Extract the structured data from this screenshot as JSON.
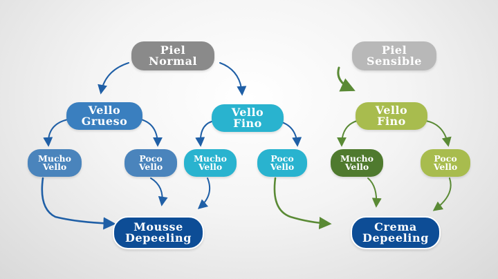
{
  "colors": {
    "gray": "#8a8a8a",
    "gray_light": "#b8b8b8",
    "blue_dark": "#1f5fa6",
    "blue_mid": "#3a7fbf",
    "blue_steel": "#4a84bc",
    "cyan": "#29b3cf",
    "green_light": "#a8bc4e",
    "green_dark": "#4f7a2e",
    "navy": "#0d4d96"
  },
  "nodes": {
    "piel_normal": "Piel\nNormal",
    "piel_sensible": "Piel\nSensible",
    "vello_grueso": "Vello\nGrueso",
    "vello_fino_normal": "Vello\nFino",
    "vello_fino_sensible": "Vello\nFino",
    "grueso_mucho": "Mucho\nVello",
    "grueso_poco": "Poco\nVello",
    "fino_mucho": "Mucho\nVello",
    "fino_poco": "Poco\nVello",
    "sensible_mucho": "Mucho\nVello",
    "sensible_poco": "Poco\nVello",
    "mousse": "Mousse\nDepeeling",
    "crema": "Crema\nDepeeling"
  }
}
